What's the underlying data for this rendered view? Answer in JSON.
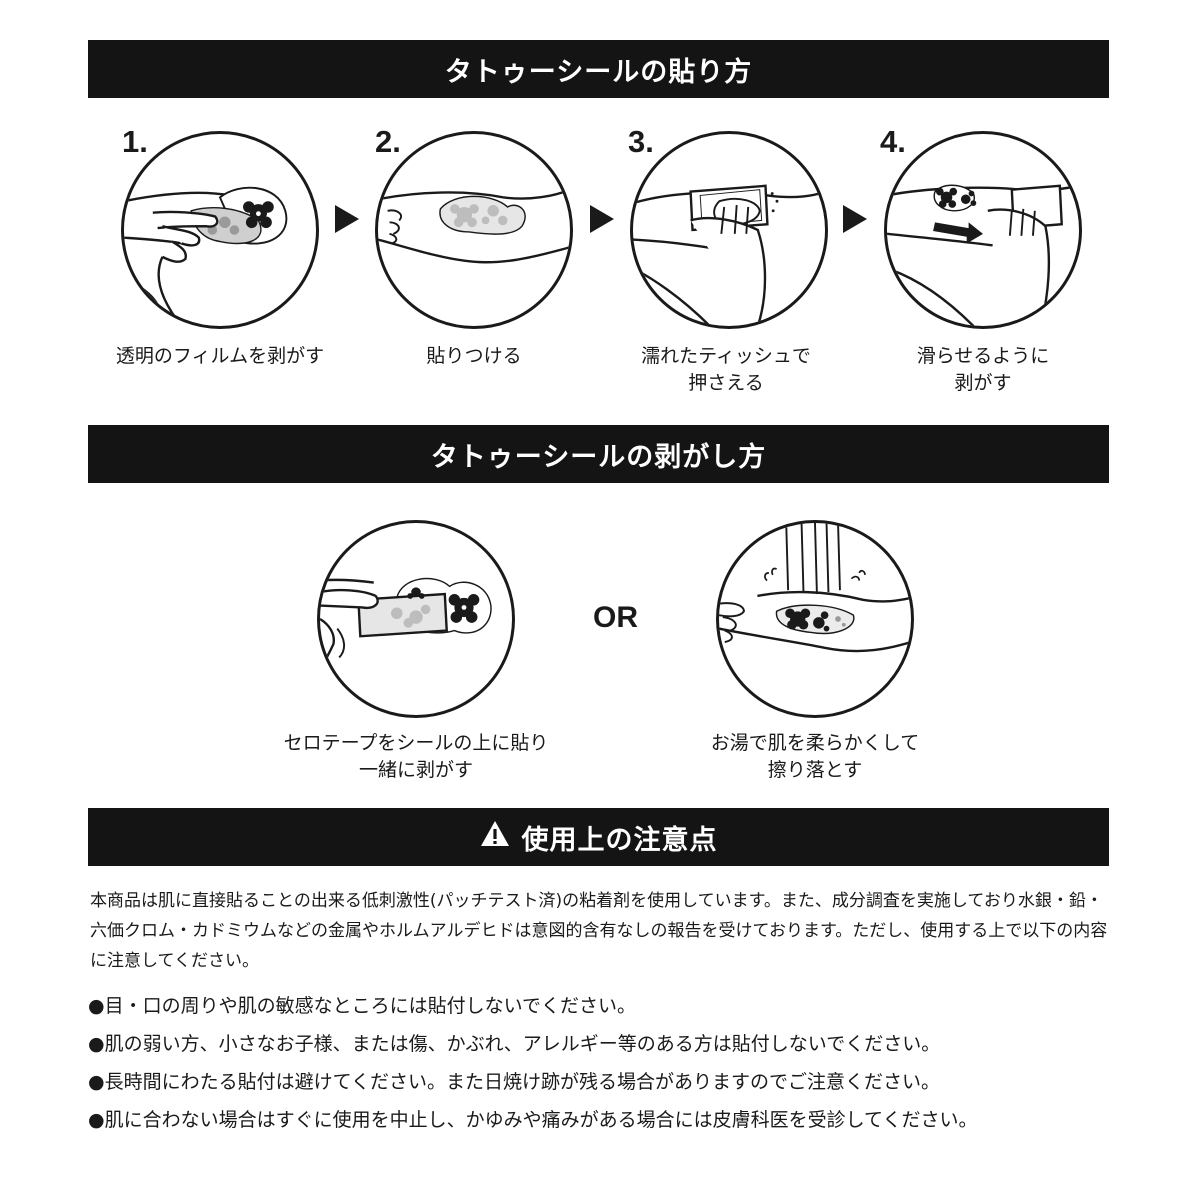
{
  "sections": {
    "apply_title": "タトゥーシールの貼り方",
    "remove_title": "タトゥーシールの剥がし方",
    "caution_title": "使用上の注意点"
  },
  "apply_steps": [
    {
      "num": "1.",
      "caption": "透明のフィルムを剥がす"
    },
    {
      "num": "2.",
      "caption": "貼りつける"
    },
    {
      "num": "3.",
      "caption_line1": "濡れたティッシュで",
      "caption_line2": "押さえる"
    },
    {
      "num": "4.",
      "caption_line1": "滑らせるように",
      "caption_line2": "剥がす"
    }
  ],
  "remove_options": {
    "tape_line1": "セロテープをシールの上に貼り",
    "tape_line2": "一緒に剥がす",
    "or": "OR",
    "water_line1": "お湯で肌を柔らかくして",
    "water_line2": "擦り落とす"
  },
  "caution": {
    "intro": "本商品は肌に直接貼ることの出来る低刺激性(パッチテスト済)の粘着剤を使用しています。また、成分調査を実施しており水銀・鉛・六価クロム・カドミウムなどの金属やホルムアルデヒドは意図的含有なしの報告を受けております。ただし、使用する上で以下の内容に注意してください。",
    "bullets": [
      "●目・口の周りや肌の敏感なところには貼付しないでください。",
      "●肌の弱い方、小さなお子様、または傷、かぶれ、アレルギー等のある方は貼付しないでください。",
      "●長時間にわたる貼付は避けてください。また日焼け跡が残る場合がありますのでご注意ください。",
      "●肌に合わない場合はすぐに使用を中止し、かゆみや痛みがある場合には皮膚科医を受診してください。"
    ]
  },
  "icons": {
    "step_arrow": "triangle-right-icon",
    "warning": "warning-triangle-icon",
    "flower": "cherry-blossom-icon"
  },
  "colors": {
    "banner_bg": "#141414",
    "banner_text": "#ffffff",
    "ink": "#1a1a1a",
    "sticker_grey": "#bdbdbd"
  }
}
